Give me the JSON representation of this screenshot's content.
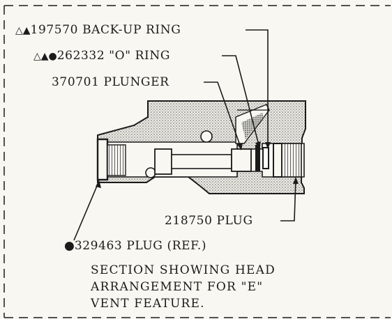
{
  "callouts": [
    {
      "id": "backup-ring",
      "marks": "△▲",
      "part": "197570",
      "name": "BACK-UP RING"
    },
    {
      "id": "o-ring",
      "marks": "△▲●",
      "part": "262332",
      "name": "\"O\" RING"
    },
    {
      "id": "plunger",
      "marks": "",
      "part": "370701",
      "name": "PLUNGER"
    },
    {
      "id": "plug-218750",
      "marks": "",
      "part": "218750",
      "name": "PLUG"
    },
    {
      "id": "plug-329463",
      "marks": "●",
      "part": "329463",
      "name": "PLUG (REF.)"
    }
  ],
  "caption": {
    "line1": "SECTION SHOWING HEAD",
    "line2": "ARRANGEMENT FOR \"E\"",
    "line3": "VENT FEATURE."
  },
  "colors": {
    "ink": "#1b1b1b",
    "paper": "#f8f7f2",
    "stipple": "#555555"
  }
}
